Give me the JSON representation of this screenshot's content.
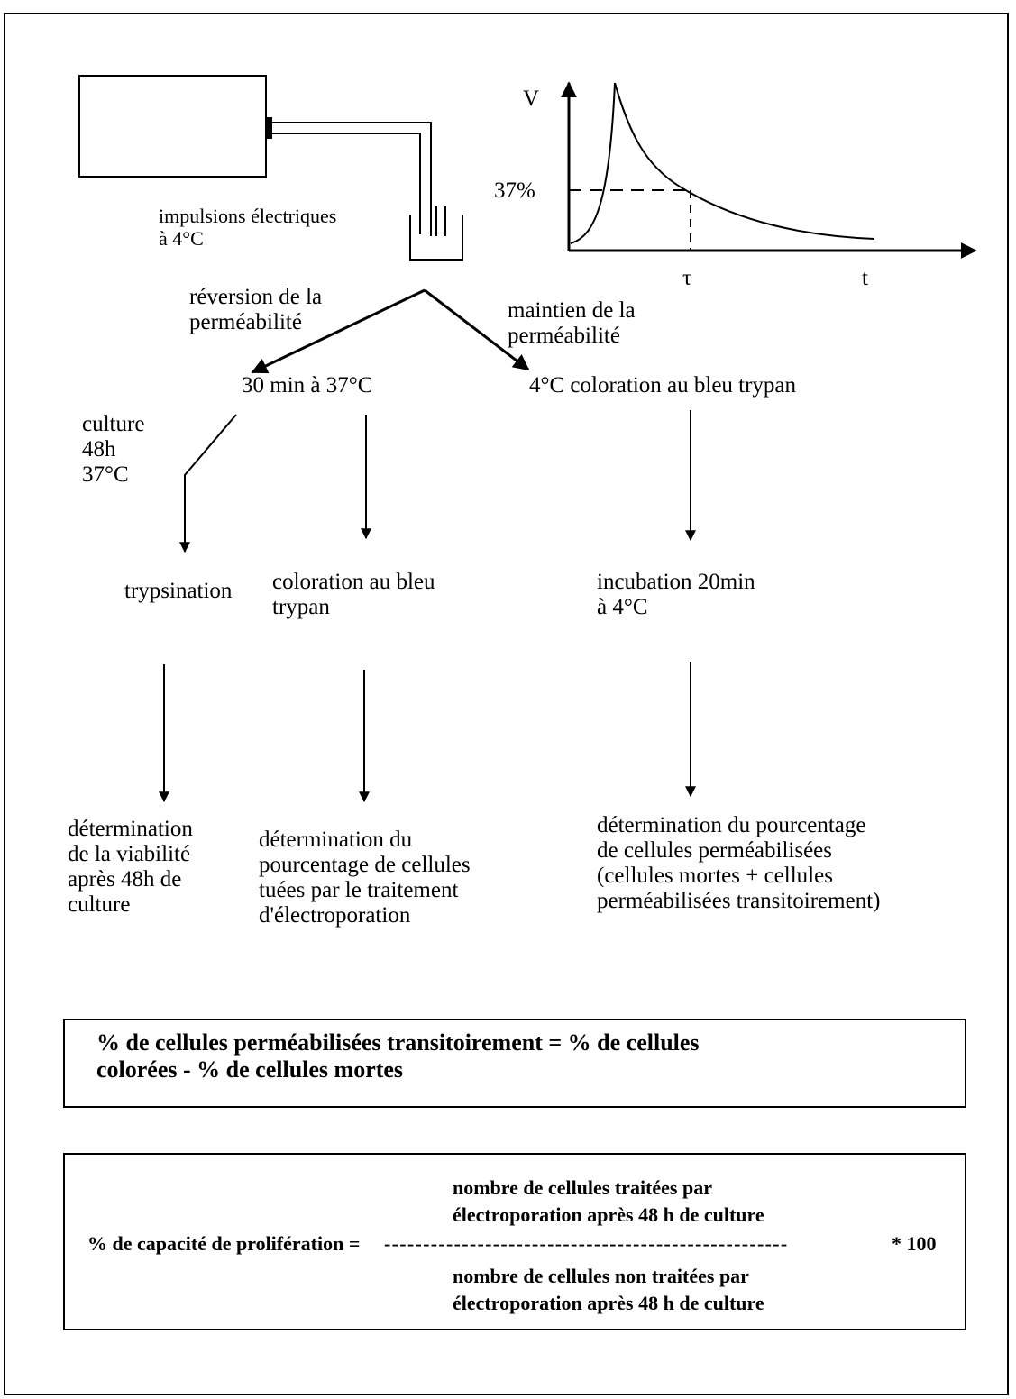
{
  "setup": {
    "electrode_label": "impulsions électriques\nà 4°C"
  },
  "graph": {
    "y_axis_label": "V",
    "level_label": "37%",
    "tau_label": "τ",
    "x_axis_label": "t"
  },
  "branches": {
    "left_label": "réversion de la\nperméabilité",
    "right_label": "maintien de la\nperméabilité"
  },
  "steps": {
    "left_step": "30 min à 37°C",
    "right_step": "4°C coloration au bleu trypan",
    "culture_note": "culture\n48h\n37°C",
    "trypsination": "trypsination",
    "blue_staining": "coloration au bleu\ntrypan",
    "incubation": "incubation 20min\nà 4°C"
  },
  "results": {
    "viability": "détermination\nde la viabilité\naprès 48h de\nculture",
    "killed": "détermination du\npourcentage de cellules\ntuées par le traitement\nd'électroporation",
    "permeabilized": "détermination du pourcentage\nde cellules perméabilisées\n(cellules mortes + cellules\nperméabilisées transitoirement)"
  },
  "formula1": {
    "text": "% de cellules perméabilisées transitoirement = % de cellules\ncolorées  - % de cellules mortes"
  },
  "formula2": {
    "lhs": "% de capacité de prolifération =",
    "dashes": "----------------------------------------------------",
    "multiplier": "* 100",
    "numerator": "nombre de cellules traitées par\nélectroporation après 48 h de culture",
    "denominator": "nombre de cellules non traitées par\nélectroporation après 48 h de culture"
  }
}
